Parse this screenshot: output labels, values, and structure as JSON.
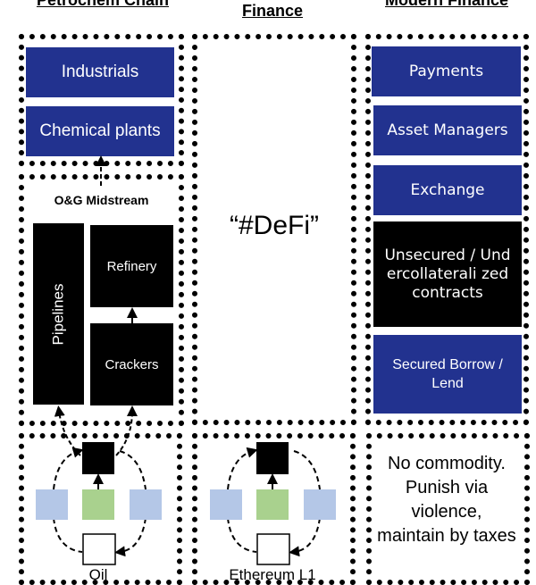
{
  "headers": {
    "petrochem": "Petrochem Chain",
    "defi": "Finance",
    "modern": "Modern Finance"
  },
  "petrochem": {
    "top_boxes": [
      "Industrials",
      "Chemical plants"
    ],
    "midstream_title": "O&G Midstream",
    "pipelines": "Pipelines",
    "refinery": "Refinery",
    "crackers": "Crackers",
    "base_label": "Oil"
  },
  "defi": {
    "label": "“#DeFi”",
    "base_label": "Ethereum L1"
  },
  "modern": {
    "boxes": [
      "Payments",
      "Asset Managers",
      "Exchange",
      "Unsecured / Undercollaterali zed contracts",
      "Secured Borrow / Lend"
    ],
    "base_text": "No commodity. Punish via violence, maintain by taxes"
  },
  "colors": {
    "blue": "#22328f",
    "light_blue": "#b4c7e7",
    "green": "#a9d18e"
  }
}
